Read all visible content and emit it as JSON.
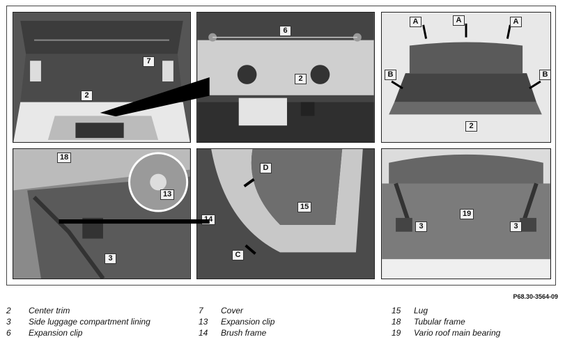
{
  "figure_id": "P68.30-3564-09",
  "panels": {
    "p1": {
      "callouts": [
        "7",
        "2"
      ]
    },
    "p2": {
      "callouts": [
        "6",
        "2"
      ]
    },
    "p3": {
      "callouts": [
        "A",
        "A",
        "A",
        "B",
        "B",
        "2"
      ]
    },
    "p4": {
      "callouts": [
        "18",
        "13",
        "3"
      ]
    },
    "p5": {
      "callouts": [
        "D",
        "15",
        "14",
        "C"
      ]
    },
    "p6": {
      "callouts": [
        "19",
        "3",
        "3"
      ]
    }
  },
  "legend": [
    {
      "num": "2",
      "text": "Center trim"
    },
    {
      "num": "3",
      "text": "Side luggage compartment lining"
    },
    {
      "num": "6",
      "text": "Expansion clip"
    },
    {
      "num": "7",
      "text": "Cover"
    },
    {
      "num": "13",
      "text": "Expansion clip"
    },
    {
      "num": "14",
      "text": "Brush frame"
    },
    {
      "num": "15",
      "text": "Lug"
    },
    {
      "num": "18",
      "text": "Tubular frame"
    },
    {
      "num": "19",
      "text": "Vario roof main bearing"
    }
  ]
}
